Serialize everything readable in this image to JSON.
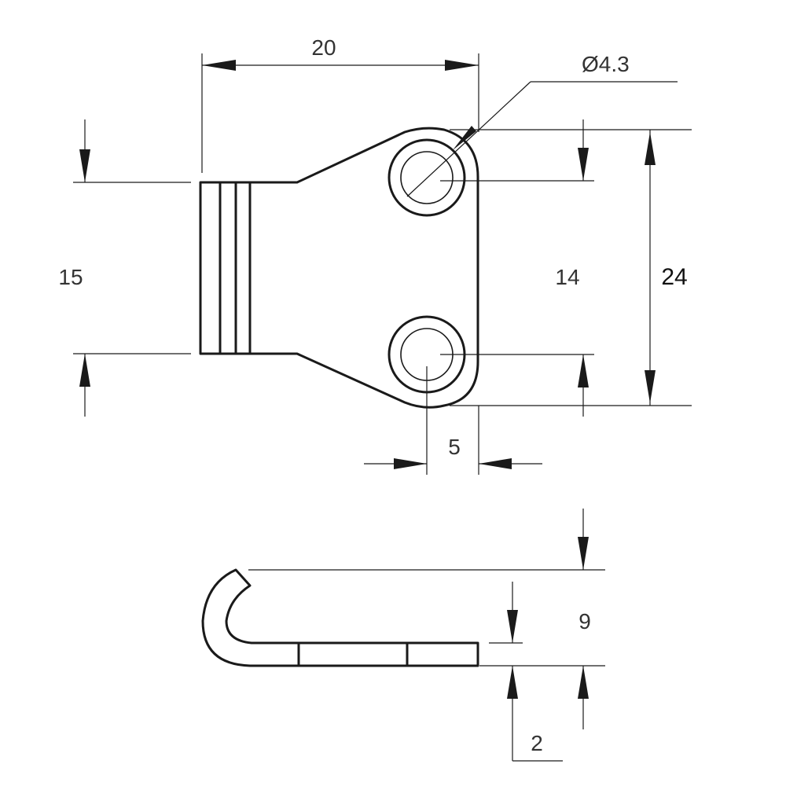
{
  "dimensions": {
    "top_width": "20",
    "hole_diameter": "4.3",
    "hole_diameter_symbol": "Ø",
    "left_height": "15",
    "hole_spacing": "14",
    "overall_height": "24",
    "hole_edge_offset": "5",
    "side_height": "9",
    "thickness": "2"
  }
}
